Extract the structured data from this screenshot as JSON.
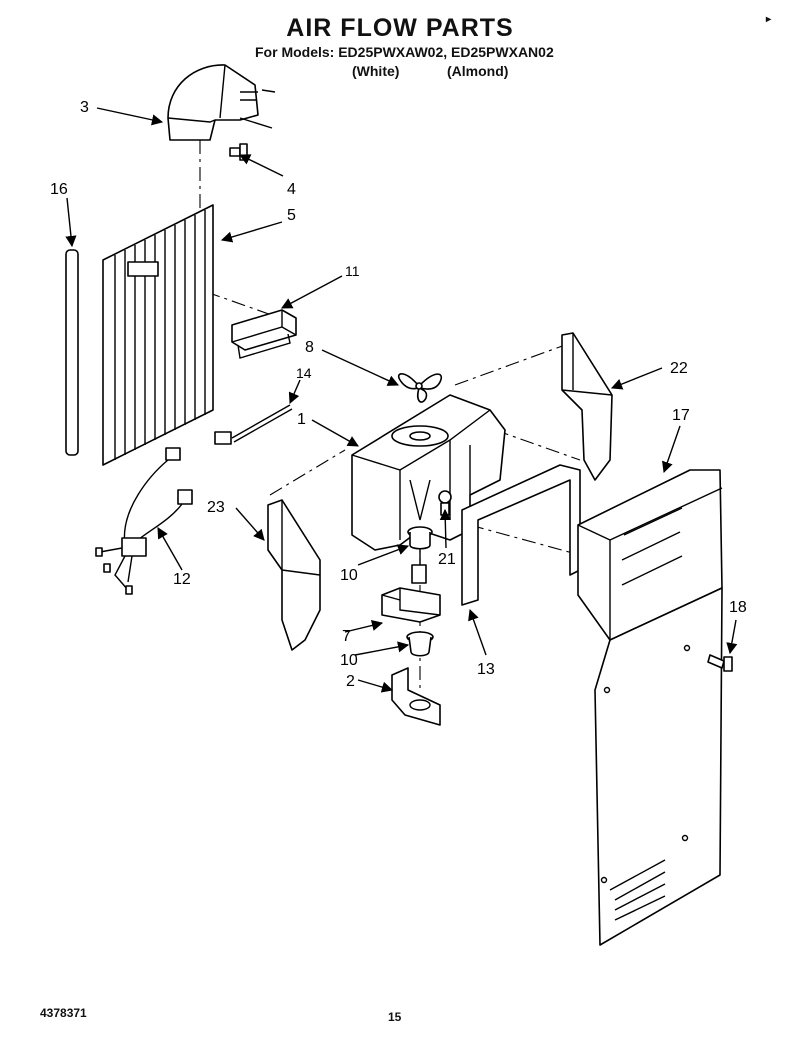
{
  "header": {
    "title": "AIR FLOW PARTS",
    "models_line": "For Models: ED25PWXAW02, ED25PWXAN02",
    "variant_white": "(White)",
    "variant_almond": "(Almond)"
  },
  "footer": {
    "doc_number": "4378371",
    "page_number": "15"
  },
  "corner_mark": "▸",
  "callouts": {
    "c1": "1",
    "c2": "2",
    "c3": "3",
    "c4": "4",
    "c5": "5",
    "c7": "7",
    "c8": "8",
    "c10a": "10",
    "c10b": "10",
    "c11": "11",
    "c12": "12",
    "c13": "13",
    "c14": "14",
    "c16": "16",
    "c17": "17",
    "c18": "18",
    "c21": "21",
    "c22": "22",
    "c23": "23"
  }
}
